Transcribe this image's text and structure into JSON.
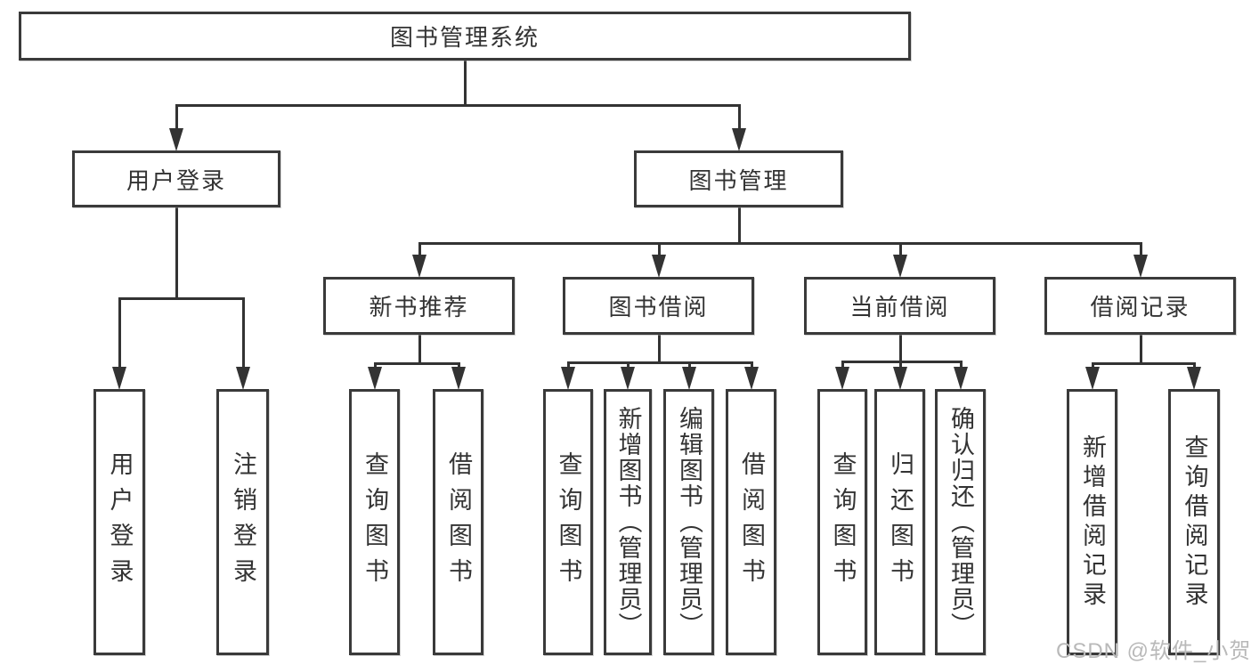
{
  "diagram_title": "图书管理系统",
  "colors": {
    "line": "#333333",
    "box_border": "#3a3a3a",
    "box_fill": "#ffffff",
    "text": "#333333",
    "watermark": "#b9b9b9"
  },
  "watermark": {
    "text": "CSDN @软件_小贺同学"
  },
  "nodes": [
    {
      "id": "root",
      "label": "图书管理系统",
      "parent": null,
      "shape": "wide"
    },
    {
      "id": "login",
      "label": "用户登录",
      "parent": "root",
      "shape": "header"
    },
    {
      "id": "mgmt",
      "label": "图书管理",
      "parent": "root",
      "shape": "header"
    },
    {
      "id": "newbook",
      "label": "新书推荐",
      "parent": "mgmt",
      "shape": "header"
    },
    {
      "id": "borrow",
      "label": "图书借阅",
      "parent": "mgmt",
      "shape": "header"
    },
    {
      "id": "current",
      "label": "当前借阅",
      "parent": "mgmt",
      "shape": "header"
    },
    {
      "id": "records",
      "label": "借阅记录",
      "parent": "mgmt",
      "shape": "header"
    },
    {
      "id": "login-user",
      "label": "用户登录",
      "parent": "login",
      "shape": "vertical"
    },
    {
      "id": "login-logout",
      "label": "注销登录",
      "parent": "login",
      "shape": "vertical"
    },
    {
      "id": "newbook-query",
      "label": "查询图书",
      "parent": "newbook",
      "shape": "vertical"
    },
    {
      "id": "newbook-borrow",
      "label": "借阅图书",
      "parent": "newbook",
      "shape": "vertical"
    },
    {
      "id": "borrow-query",
      "label": "查询图书",
      "parent": "borrow",
      "shape": "vertical"
    },
    {
      "id": "borrow-add",
      "label": "新增图书（管理员）",
      "parent": "borrow",
      "shape": "vertical"
    },
    {
      "id": "borrow-edit",
      "label": "编辑图书（管理员）",
      "parent": "borrow",
      "shape": "vertical"
    },
    {
      "id": "borrow-borrow",
      "label": "借阅图书",
      "parent": "borrow",
      "shape": "vertical"
    },
    {
      "id": "current-query",
      "label": "查询图书",
      "parent": "current",
      "shape": "vertical"
    },
    {
      "id": "current-return",
      "label": "归还图书",
      "parent": "current",
      "shape": "vertical"
    },
    {
      "id": "current-confirm",
      "label": "确认归还（管理员）",
      "parent": "current",
      "shape": "vertical"
    },
    {
      "id": "records-add",
      "label": "新增借阅记录",
      "parent": "records",
      "shape": "vertical"
    },
    {
      "id": "records-query",
      "label": "查询借阅记录",
      "parent": "records",
      "shape": "vertical"
    }
  ]
}
